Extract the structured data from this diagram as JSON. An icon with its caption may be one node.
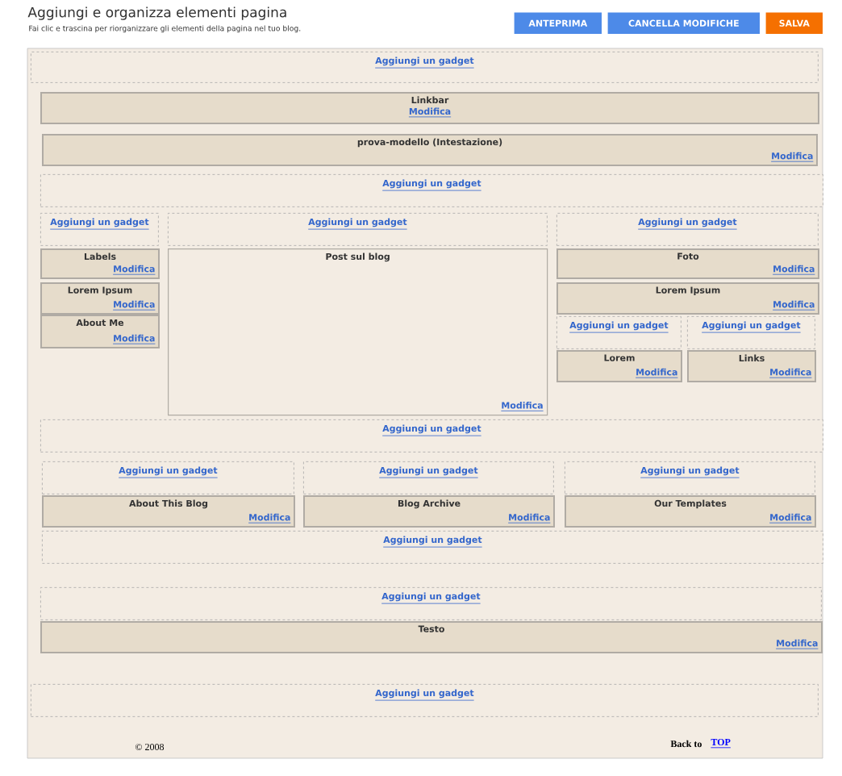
{
  "diagram": {
    "title": "Aggiungi e organizza elementi pagina",
    "nodes": [
      {
        "text": [
          "ANTEPRIMA"
        ]
      },
      {
        "text": [
          "CANCELLA MODIFICHE"
        ]
      },
      {
        "text": [
          "SALVA"
        ]
      },
      {
        "text": [
          "Aggiungi un gadget"
        ]
      },
      {
        "text": [
          "Linkbar",
          "Modifica"
        ]
      },
      {
        "text": [
          "prova-modello (Intestazione)",
          "Modifica"
        ]
      },
      {
        "text": [
          "Aggiungi un gadget"
        ]
      },
      {
        "text": [
          "Aggiungi un gadget"
        ]
      },
      {
        "text": [
          "Aggiungi un gadget"
        ]
      },
      {
        "text": [
          "Aggiungi un gadget"
        ]
      },
      {
        "text": [
          "Labels",
          "Modifica"
        ]
      },
      {
        "text": [
          "Lorem Ipsum",
          "Modifica"
        ]
      },
      {
        "text": [
          "About Me",
          "Modifica"
        ]
      },
      {
        "text": [
          "Post sul blog",
          "Modifica"
        ]
      },
      {
        "text": [
          "Foto",
          "Modifica"
        ]
      },
      {
        "text": [
          "Lorem Ipsum",
          "Modifica"
        ]
      },
      {
        "text": [
          "Aggiungi un gadget"
        ]
      },
      {
        "text": [
          "Aggiungi un gadget"
        ]
      },
      {
        "text": [
          "Lorem",
          "Modifica"
        ]
      },
      {
        "text": [
          "Links",
          "Modifica"
        ]
      },
      {
        "text": [
          "Aggiungi un gadget"
        ]
      },
      {
        "text": [
          "Aggiungi un gadget"
        ]
      },
      {
        "text": [
          "Aggiungi un gadget"
        ]
      },
      {
        "text": [
          "Aggiungi un gadget"
        ]
      },
      {
        "text": [
          "About This Blog",
          "Modifica"
        ]
      },
      {
        "text": [
          "Blog Archive",
          "Modifica"
        ]
      },
      {
        "text": [
          "Our Templates",
          "Modifica"
        ]
      },
      {
        "text": [
          "Aggiungi un gadget"
        ]
      },
      {
        "text": [
          "Aggiungi un gadget"
        ]
      },
      {
        "text": [
          "Testo",
          "Modifica"
        ]
      },
      {
        "text": [
          "Aggiungi un gadget"
        ]
      }
    ],
    "labels": [
      "Fai clic e trascina per riorganizzare gli elementi della pagina nel tuo blog.",
      "© 2008",
      "Back to",
      "TOP"
    ]
  }
}
